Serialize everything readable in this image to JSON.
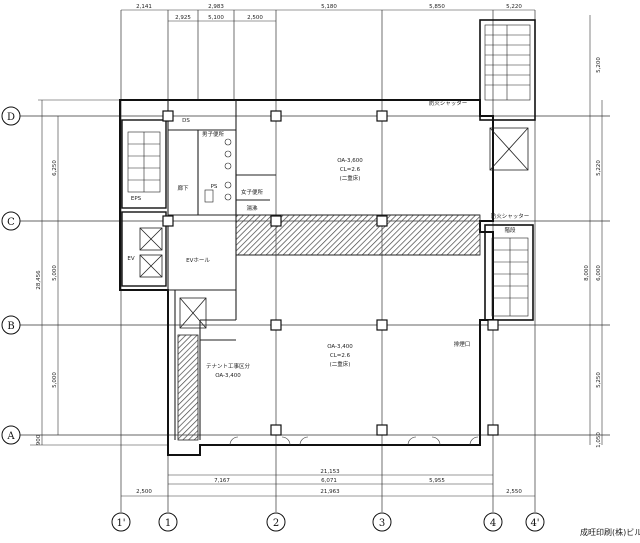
{
  "axes": {
    "vertical": [
      "1'",
      "1",
      "2",
      "3",
      "4",
      "4'"
    ],
    "horizontal": [
      "D",
      "C",
      "B",
      "A"
    ]
  },
  "dimensions": {
    "top": [
      "2,141",
      "2,925",
      "2,983",
      "2,500",
      "5,180",
      "5,850",
      "5,220"
    ],
    "top_mid": [
      "5,100"
    ],
    "bottom": [
      "2,500",
      "7,167",
      "6,071",
      "5,955",
      "2,550",
      "21,153",
      "21,963"
    ],
    "left": [
      "6,250",
      "5,000",
      "28,456",
      "5,000",
      "900"
    ],
    "right": [
      "5,200",
      "5,220",
      "8,000",
      "6,000",
      "5,250",
      "1,050"
    ]
  },
  "rooms": {
    "upper_office": [
      "OA-3,600",
      "CL=2.6",
      "(二重床)"
    ],
    "lower_office": [
      "OA-3,400",
      "CL=2.6",
      "(二重床)"
    ],
    "shaft_label": "テナント工事区分",
    "shaft_sub": "OA-3,400",
    "eps": "EPS",
    "ps": "PS",
    "ev": "EV",
    "ev_hall": "EVホール",
    "stair": "階段",
    "wc_m": "男子便所",
    "wc_f": "女子便所",
    "pantry": "湯沸",
    "corr": "廊下",
    "shutter_top": "防火シャッター",
    "shutter_right": "防火シャッター",
    "duct": "DS",
    "smoke": "排煙口"
  },
  "caption": "成旺印刷(株)ビル"
}
